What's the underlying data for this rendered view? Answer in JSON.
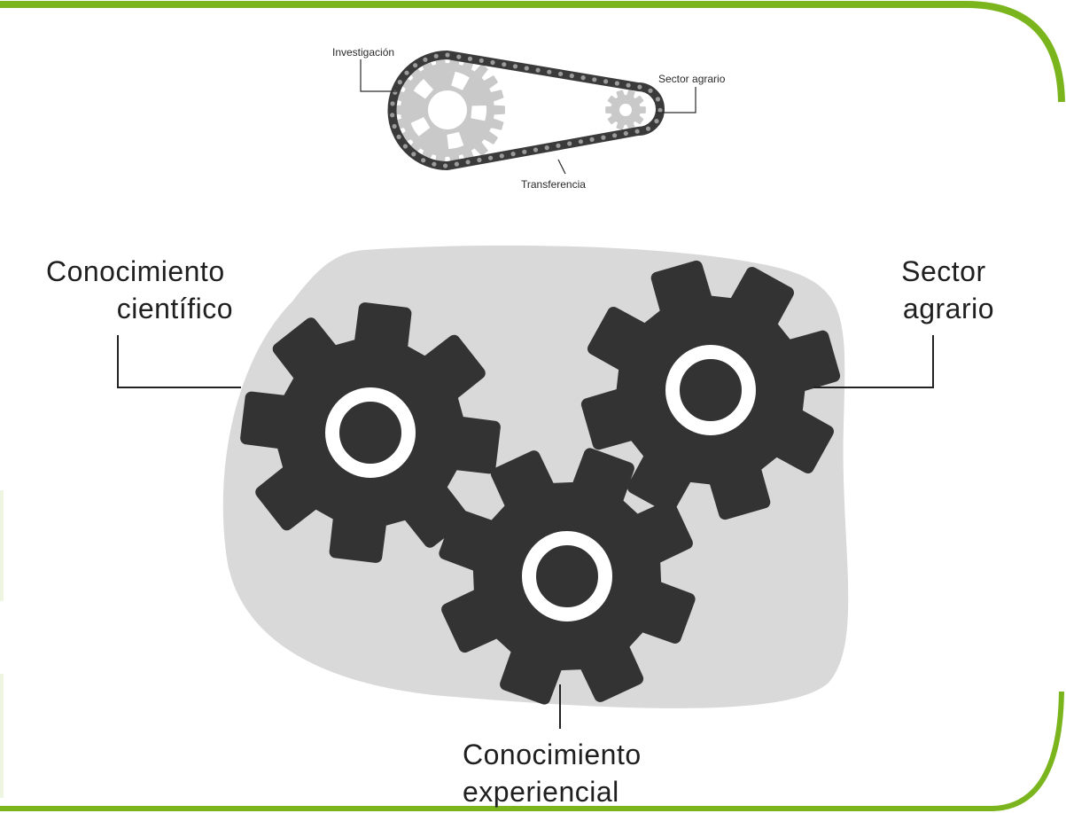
{
  "chain_diagram": {
    "labels": {
      "research": "Investigación",
      "sector": "Sector agrario",
      "transfer": "Transferencia"
    }
  },
  "gears_diagram": {
    "labels": {
      "scientific": [
        "Conocimiento",
        "científico"
      ],
      "sector": [
        "Sector",
        "agrario"
      ],
      "experiential": [
        "Conocimiento",
        "experiencial"
      ]
    }
  },
  "colors": {
    "frame": "#7ab51d",
    "blob": "#d9d9d9",
    "gear": "#333333",
    "gear_ring": "#ffffff",
    "sprocket": "#c9c9c9",
    "chain": "#3a3a3a",
    "chain_pin": "#9a9a9a",
    "leader": "#2a2a2a"
  },
  "icons": [
    "chain-drive-icon",
    "gear-icon"
  ]
}
